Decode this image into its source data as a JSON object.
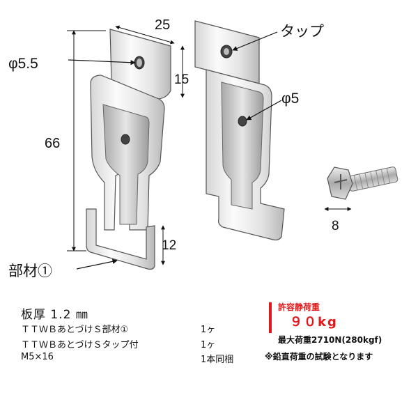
{
  "labels": {
    "dim_width": "25",
    "dim_height": "66",
    "dim_tab": "15",
    "dim_hook": "12",
    "dim_bolt": "8",
    "hole_left": "φ5.5",
    "hole_right": "φ5",
    "tap": "タップ",
    "part": "部材①"
  },
  "specs": {
    "thickness": "板厚 1.2 ㎜",
    "items": [
      {
        "name": "ＴＴＷＢあとづけＳ部材①",
        "qty": "1ヶ"
      },
      {
        "name": "ＴＴＷＢあとづけＳタップ付",
        "qty": "1ヶ"
      },
      {
        "name": "M5×16",
        "qty": "1本同梱"
      }
    ]
  },
  "load": {
    "title": "許容静荷重",
    "value": "９０kg",
    "max": "最大荷重2710N(280kgf)",
    "note": "※鉛直荷重の試験となります"
  },
  "colors": {
    "accent_red": "#e0181b",
    "metal_light": "#f4f4f4",
    "metal_dark": "#9a9a9a"
  }
}
